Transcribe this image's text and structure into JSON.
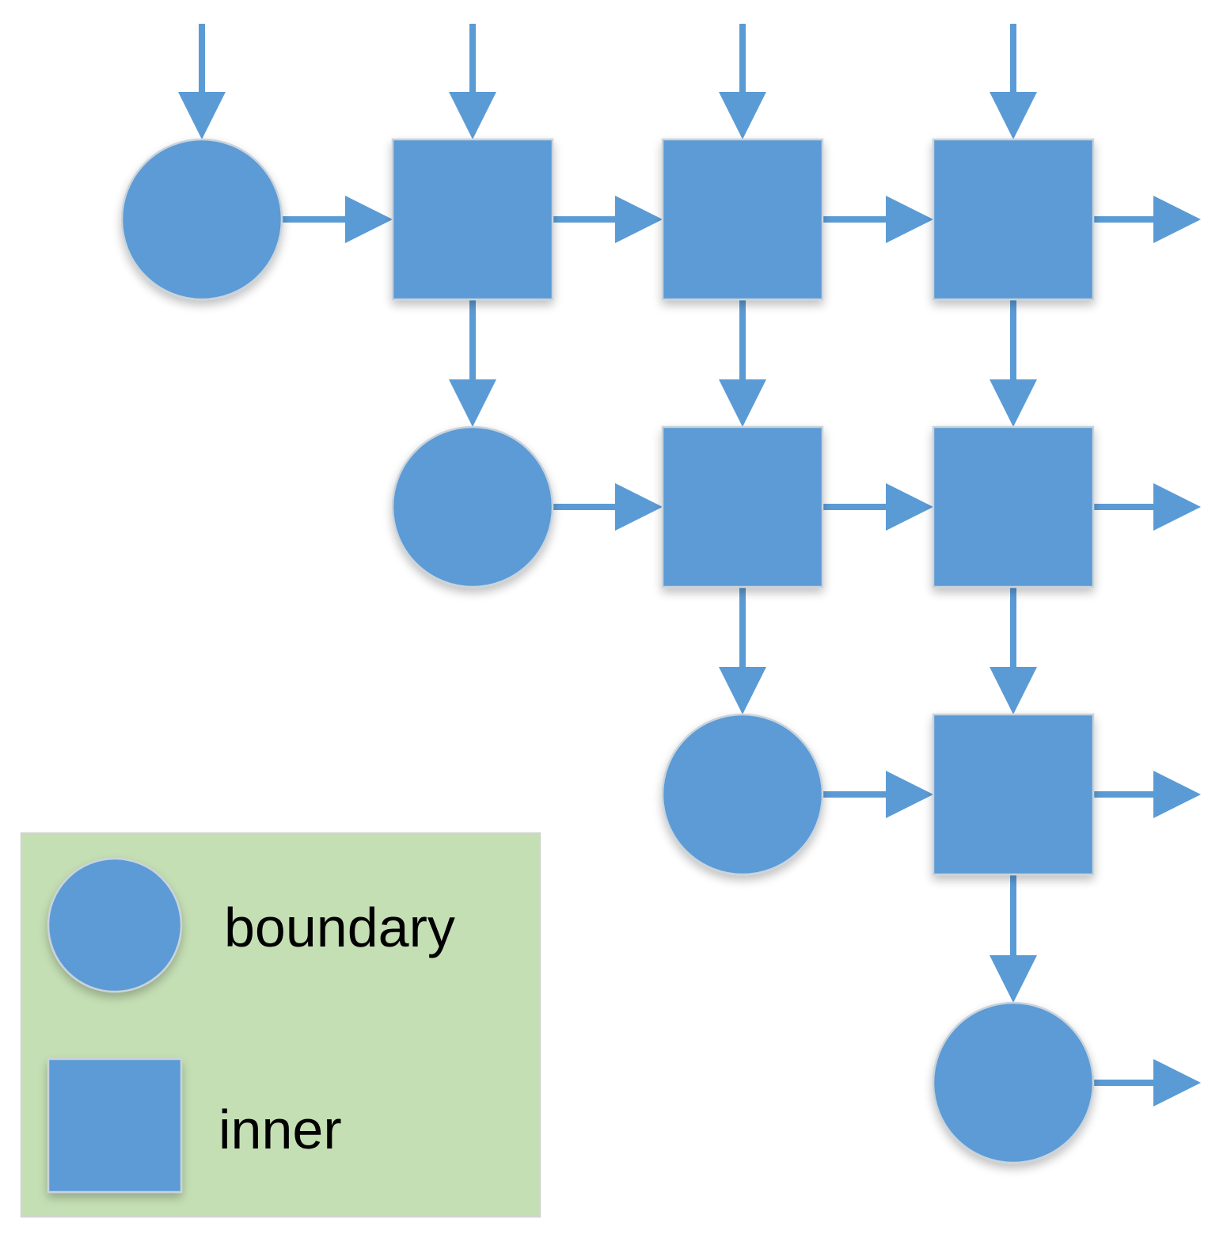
{
  "colors": {
    "node": "#5b9bd5",
    "edge": "#5b9bd5",
    "legend_background": "#c5dfb4",
    "background": "#ffffff"
  },
  "nodes": [
    {
      "id": "r0c0",
      "type": "boundary"
    },
    {
      "id": "r0c1",
      "type": "inner"
    },
    {
      "id": "r0c2",
      "type": "inner"
    },
    {
      "id": "r0c3",
      "type": "inner"
    },
    {
      "id": "r1c1",
      "type": "boundary"
    },
    {
      "id": "r1c2",
      "type": "inner"
    },
    {
      "id": "r1c3",
      "type": "inner"
    },
    {
      "id": "r2c2",
      "type": "boundary"
    },
    {
      "id": "r2c3",
      "type": "inner"
    },
    {
      "id": "r3c3",
      "type": "boundary"
    }
  ],
  "edges": [
    {
      "from": "r0c0",
      "to": "r0c1"
    },
    {
      "from": "r0c1",
      "to": "r0c2"
    },
    {
      "from": "r0c2",
      "to": "r0c3"
    },
    {
      "from": "r0c1",
      "to": "r1c1"
    },
    {
      "from": "r0c2",
      "to": "r1c2"
    },
    {
      "from": "r0c3",
      "to": "r1c3"
    },
    {
      "from": "r1c1",
      "to": "r1c2"
    },
    {
      "from": "r1c2",
      "to": "r1c3"
    },
    {
      "from": "r1c2",
      "to": "r2c2"
    },
    {
      "from": "r1c3",
      "to": "r2c3"
    },
    {
      "from": "r2c2",
      "to": "r2c3"
    },
    {
      "from": "r2c3",
      "to": "r3c3"
    }
  ],
  "incoming_from_top": [
    "r0c0",
    "r0c1",
    "r0c2",
    "r0c3"
  ],
  "outgoing_to_right": [
    "r0c3",
    "r1c3",
    "r2c3",
    "r3c3"
  ],
  "legend": {
    "boundary_label": "boundary",
    "inner_label": "inner"
  }
}
